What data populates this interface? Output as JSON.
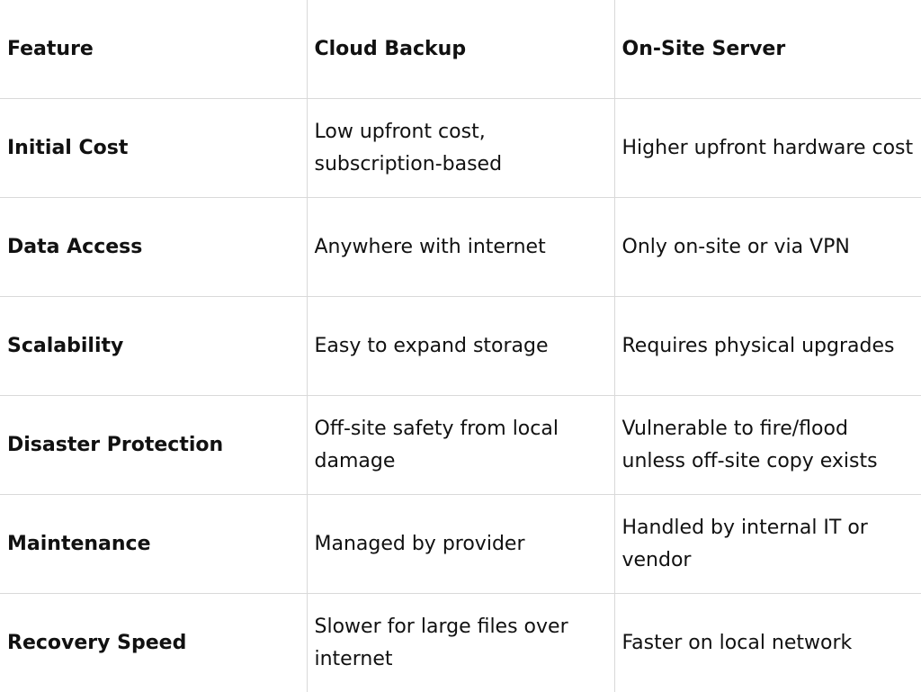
{
  "table": {
    "headers": [
      "Feature",
      "Cloud Backup",
      "On-Site Server"
    ],
    "rows": [
      [
        "Initial Cost",
        "Low upfront cost, subscription-based",
        "Higher upfront hardware cost"
      ],
      [
        "Data Access",
        "Anywhere with internet",
        "Only on-site or via VPN"
      ],
      [
        "Scalability",
        "Easy to expand storage",
        "Requires physical upgrades"
      ],
      [
        "Disaster Protection",
        "Off-site safety from local damage",
        "Vulnerable to fire/flood unless off-site copy exists"
      ],
      [
        "Maintenance",
        "Managed by provider",
        "Handled by internal IT or vendor"
      ],
      [
        "Recovery Speed",
        "Slower for large files over internet",
        "Faster on local network"
      ]
    ]
  }
}
